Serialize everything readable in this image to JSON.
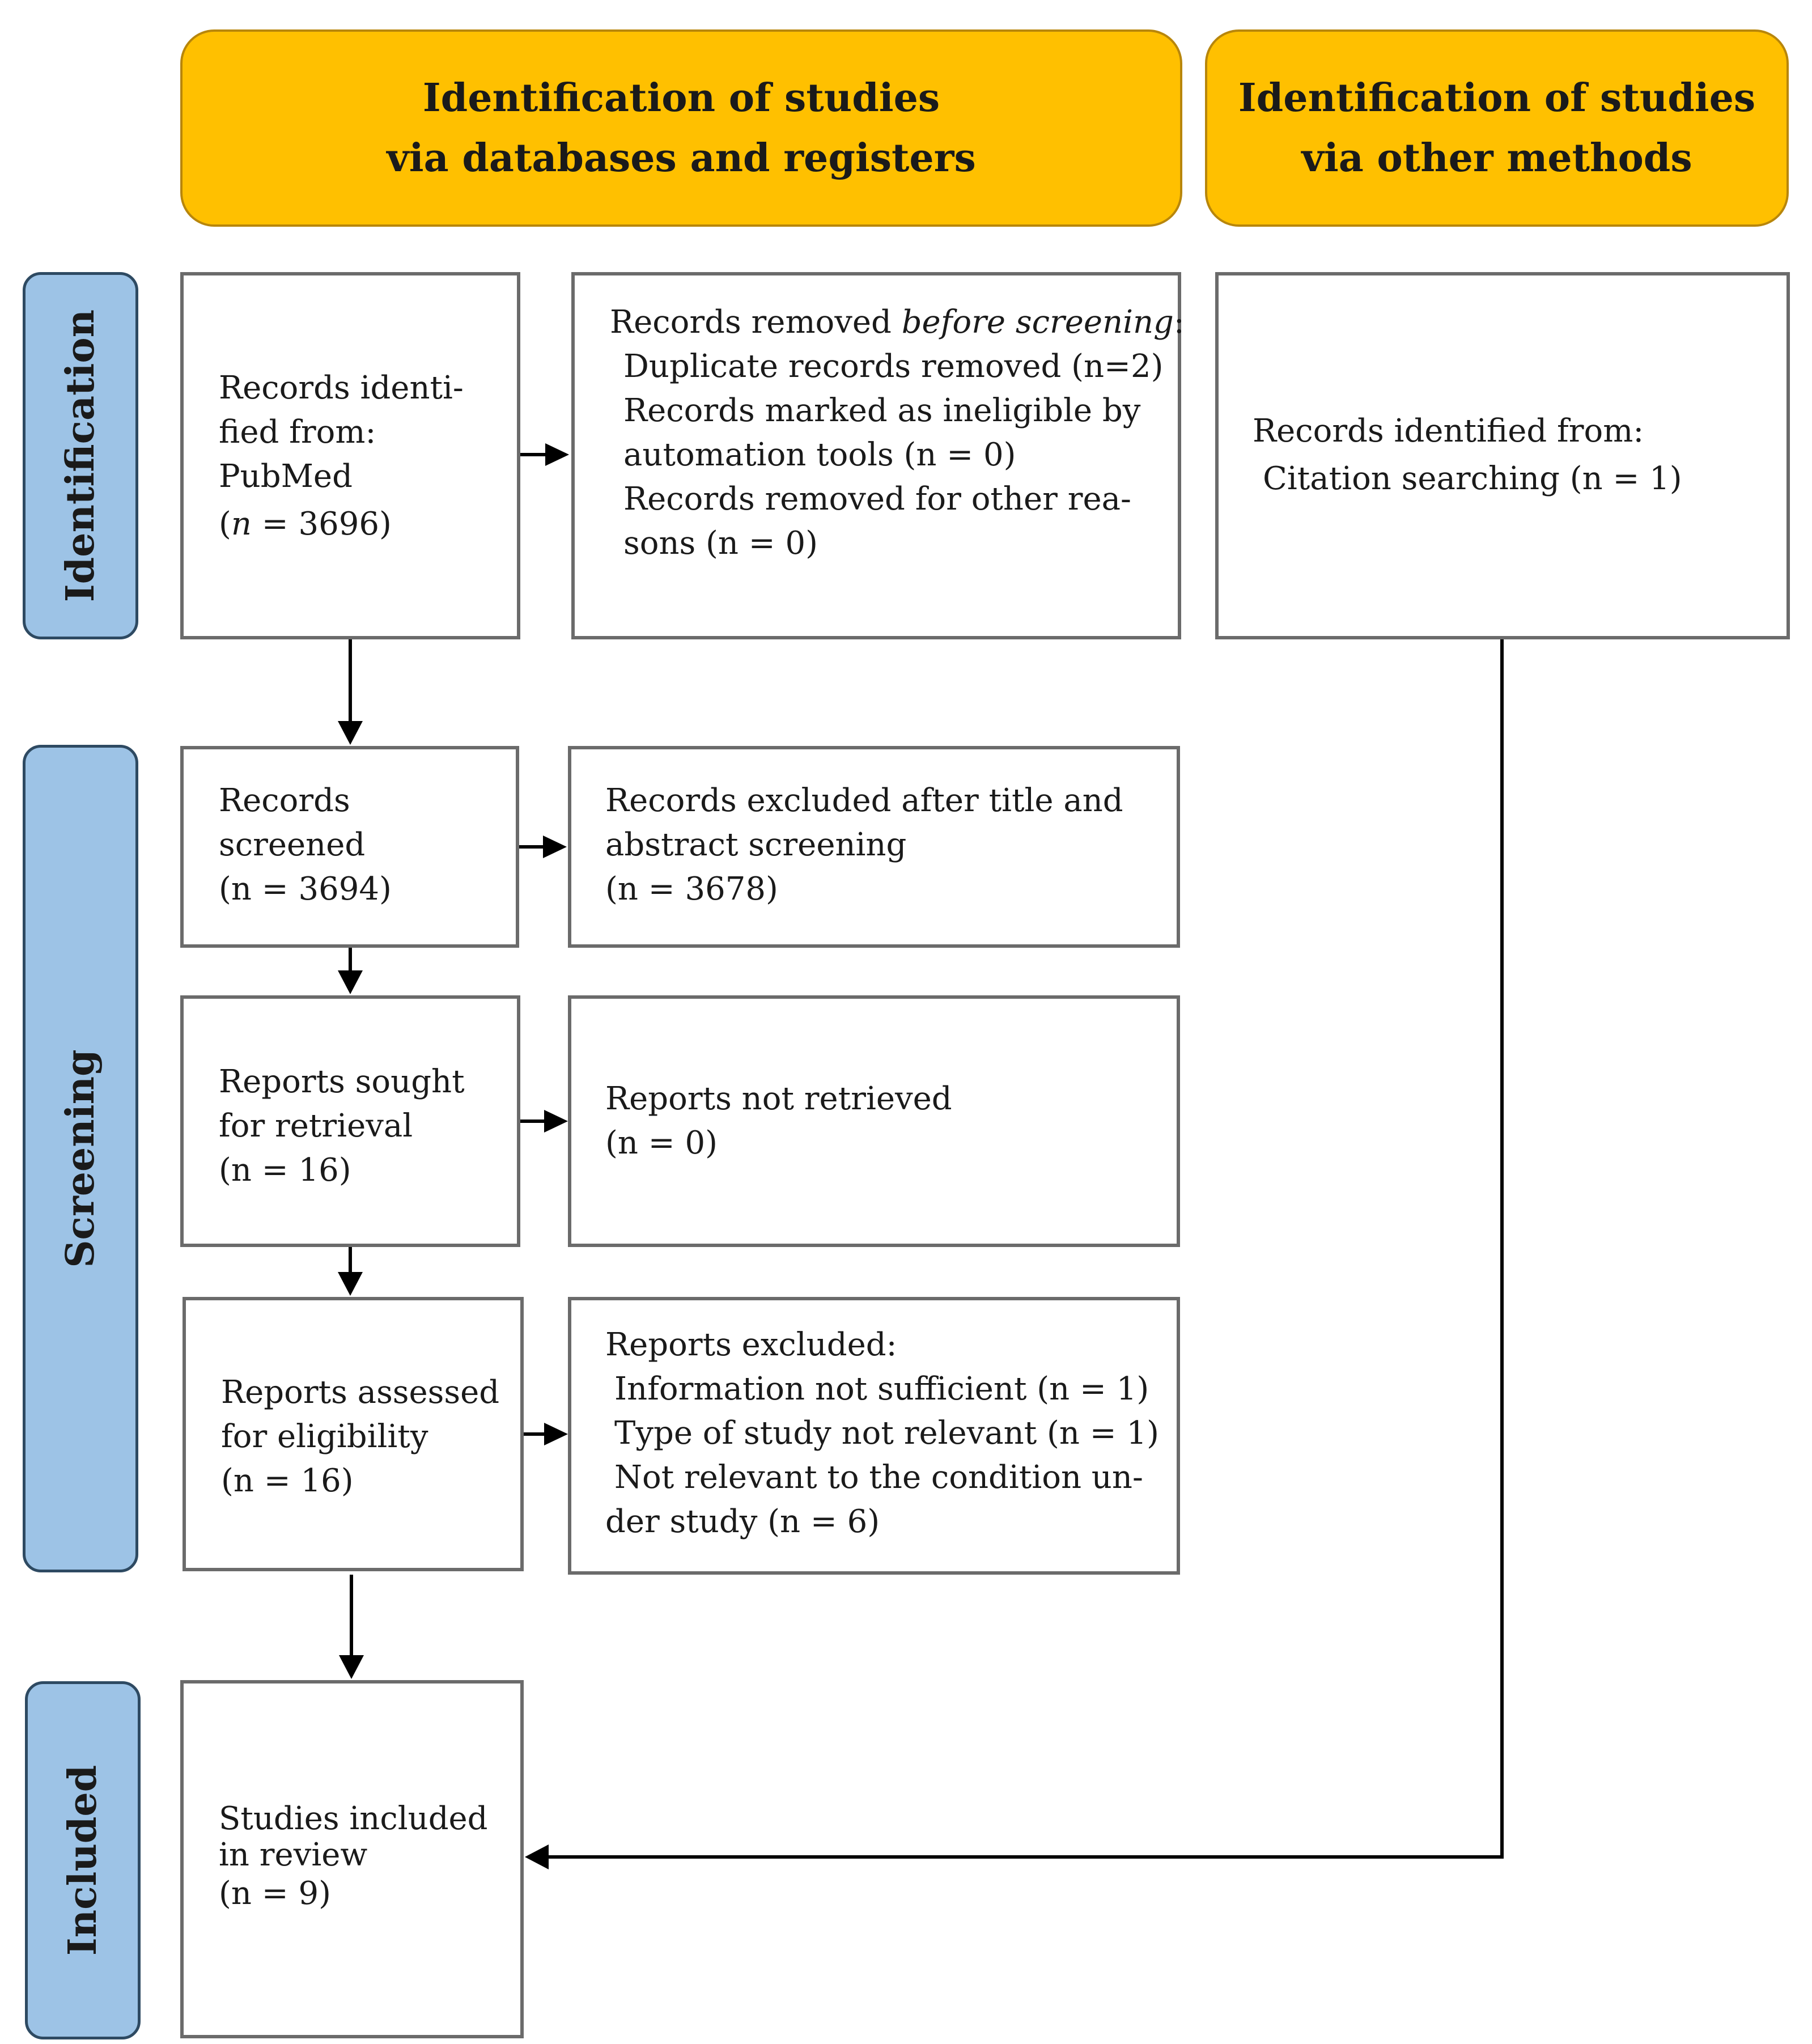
{
  "headers": {
    "databases": [
      "Identification of studies",
      "via databases and registers"
    ],
    "other": [
      "Identification of studies",
      "via other methods"
    ]
  },
  "phases": {
    "identification": "Identification",
    "screening": "Screening",
    "included": "Included"
  },
  "boxes": {
    "records_identified": {
      "lines": [
        "Records identi-",
        "fied from:",
        "PubMed"
      ],
      "n_prefix": "(",
      "n_var": "n",
      "n_rest": " = 3696)"
    },
    "records_removed": {
      "title_plain": "Records removed ",
      "title_italic": "before screening",
      "title_end": ":",
      "items": [
        "Duplicate records removed (n=2)",
        "Records marked as ineligible by",
        "automation tools (n = 0)",
        "Records removed for other rea-",
        "sons (n = 0)"
      ]
    },
    "other_identified": {
      "line1": "Records identified from:",
      "line2": "Citation searching (n = 1)"
    },
    "records_screened": {
      "lines": [
        "Records",
        "screened"
      ],
      "n_text": "(n = 3694)"
    },
    "records_excluded": {
      "lines": [
        "Records excluded after title and",
        "abstract screening"
      ],
      "n_text": "(n = 3678)"
    },
    "reports_sought": {
      "lines": [
        "Reports sought",
        "for retrieval"
      ],
      "n_text": "(n = 16)"
    },
    "reports_not_retrieved": {
      "lines": [
        "Reports not retrieved"
      ],
      "n_text": "(n = 0)"
    },
    "reports_assessed": {
      "lines": [
        "Reports assessed",
        "for eligibility"
      ],
      "n_text": "(n = 16)"
    },
    "reports_excluded": {
      "title": "Reports excluded:",
      "items": [
        "Information not sufficient (n = 1)",
        "Type of study not relevant (n = 1)",
        "Not relevant to the condition un-",
        "der study (n = 6)"
      ]
    },
    "studies_included": {
      "lines": [
        "Studies included",
        "in review"
      ],
      "n_text": "(n = 9)"
    }
  }
}
